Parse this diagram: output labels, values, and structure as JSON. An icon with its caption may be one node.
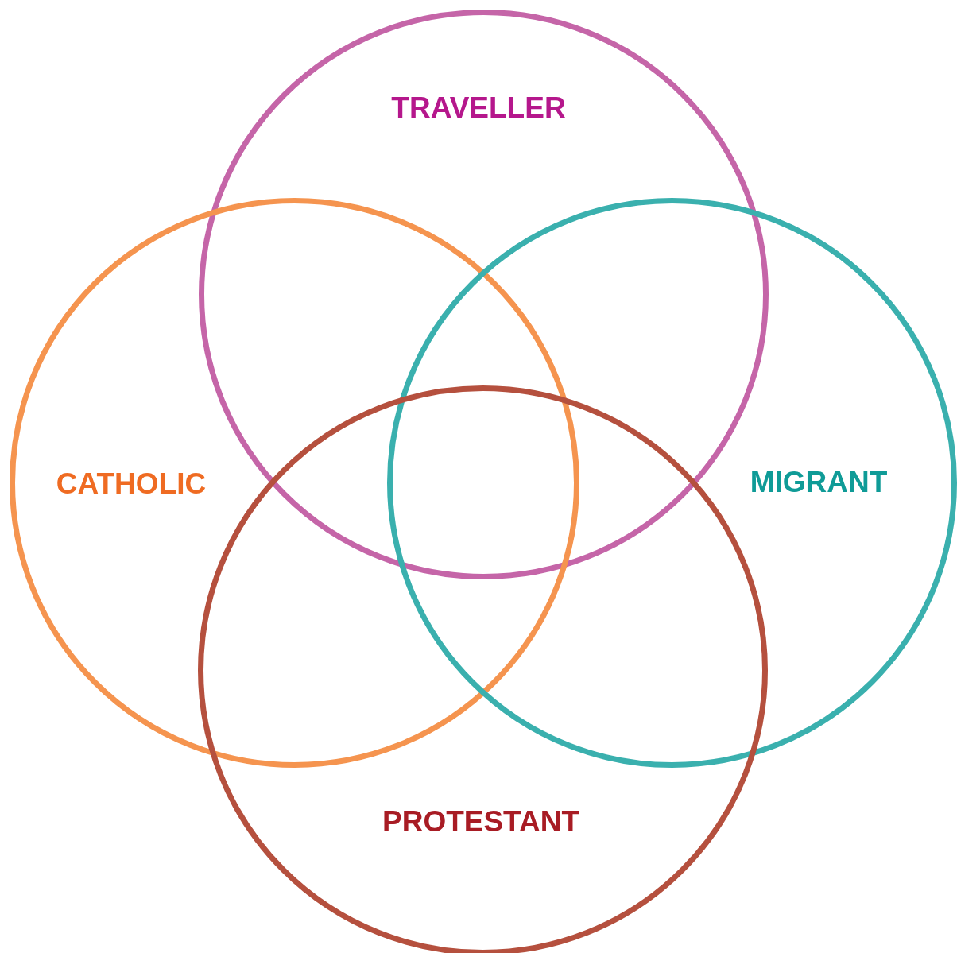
{
  "diagram": {
    "nodes": [
      {
        "text": [
          "TRAVELLER"
        ]
      },
      {
        "text": [
          "CATHOLIC"
        ]
      },
      {
        "text": [
          "MIGRANT"
        ]
      },
      {
        "text": [
          "PROTESTANT"
        ]
      }
    ]
  }
}
